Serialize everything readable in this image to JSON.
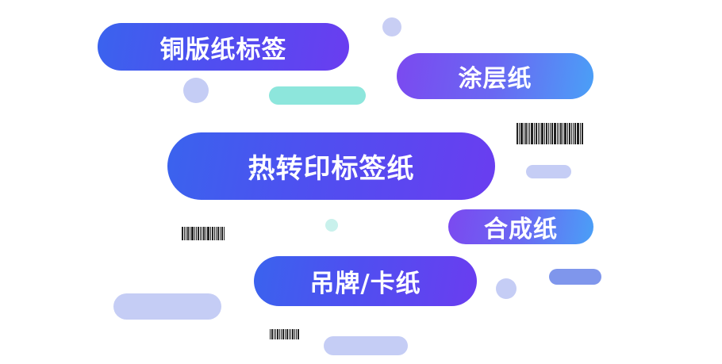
{
  "labels": {
    "coated_paper_label": "铜版纸标签",
    "coated_paper": "涂层纸",
    "thermal_transfer_label": "热转印标签纸",
    "synthetic_paper": "合成纸",
    "hang_tag_card": "吊牌/卡纸"
  },
  "colors": {
    "pill_blue_start": "#3a63ee",
    "pill_blue_end": "#6a3df0",
    "pill_purple_start": "#7b49f0",
    "pill_purple_end": "#4aa0f7",
    "teal_accent": "#8de6dc",
    "light_blue_accent": "#c5cdf5",
    "mid_blue_accent": "#7f96ec"
  }
}
